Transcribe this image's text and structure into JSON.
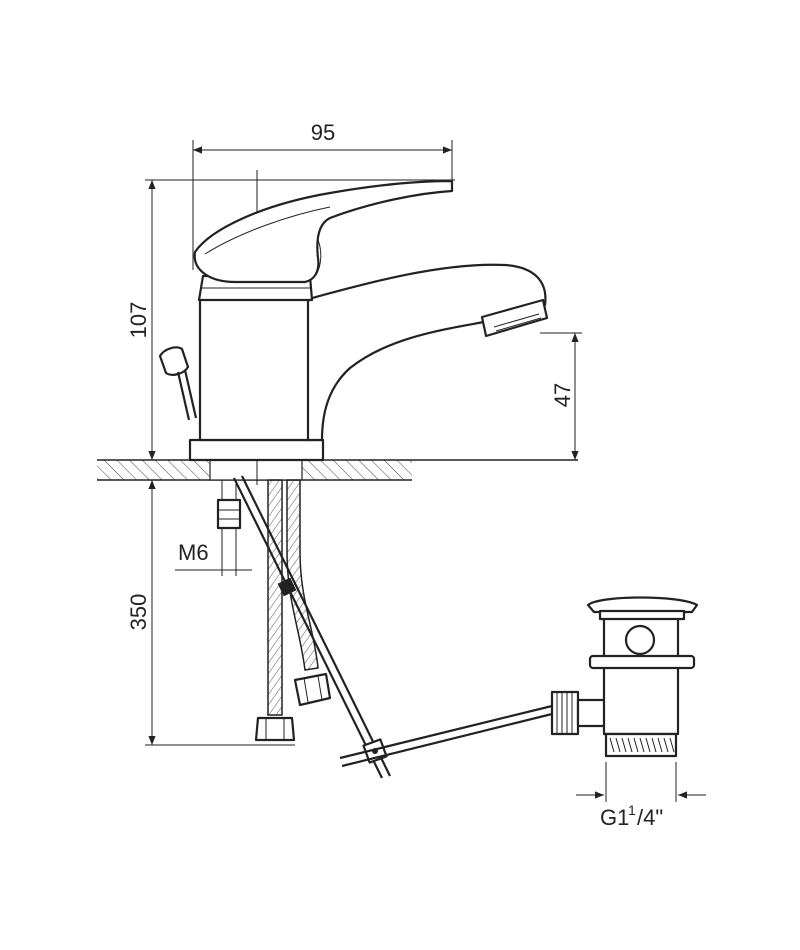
{
  "drawing": {
    "subject": "single-lever basin mixer tap with pop-up waste",
    "colors": {
      "line": "#222222",
      "background": "#ffffff"
    },
    "dimensions": {
      "width_top": "95",
      "height_tap": "107",
      "spout_height": "47",
      "hose_length": "350",
      "stud_thread": "M6",
      "waste_thread_main": "G1",
      "waste_thread_num": "1",
      "waste_thread_den": "/4\""
    }
  }
}
